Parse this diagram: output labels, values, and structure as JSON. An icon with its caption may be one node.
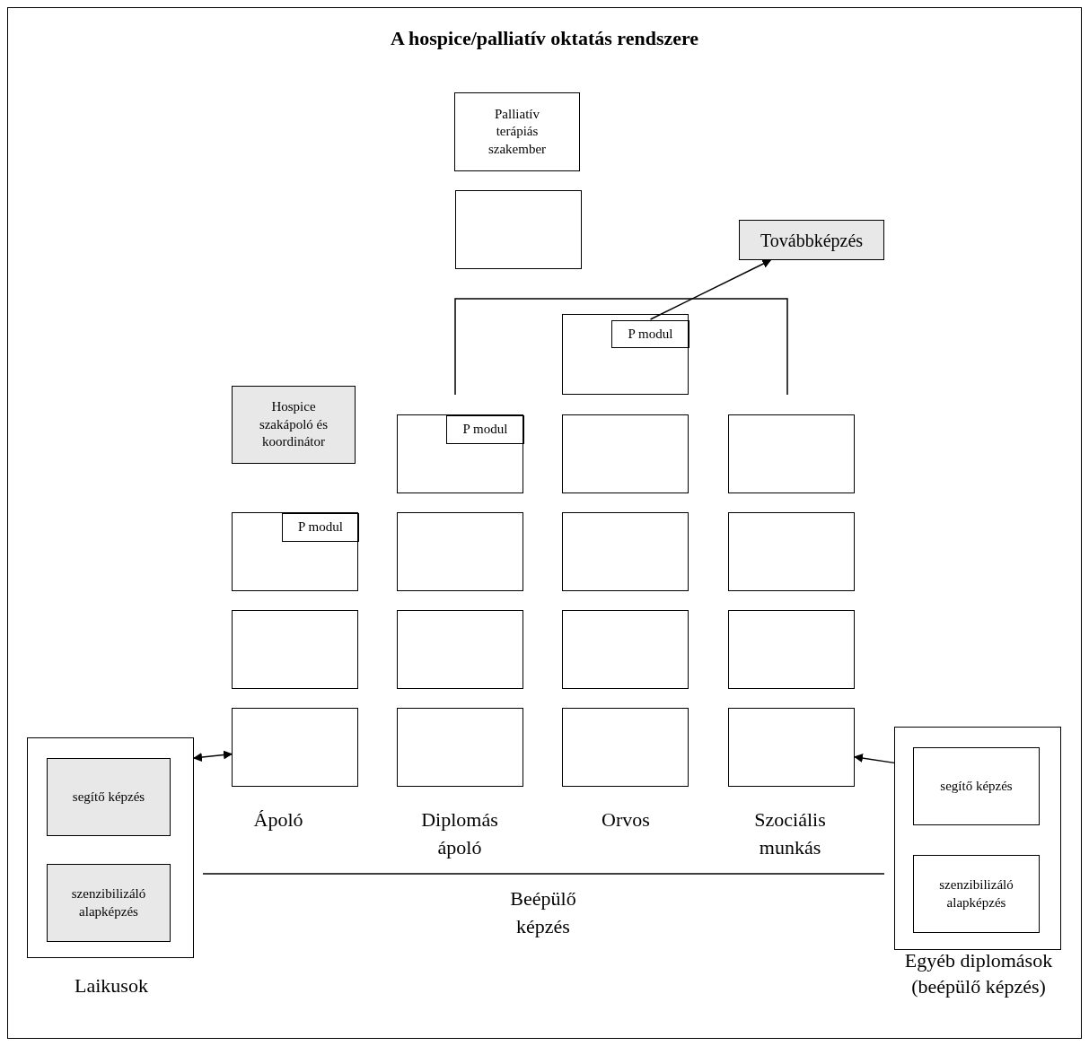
{
  "diagram": {
    "title": "A hospice/palliatív oktatás rendszere",
    "nodes": [
      {
        "text": [
          "Palliatív terápiás szakember"
        ]
      },
      {
        "text": [],
        "shape": "box"
      },
      {
        "text": [
          "Továbbképzés"
        ]
      },
      {
        "text": [],
        "shape": "box"
      },
      {
        "text": [
          "P modul"
        ],
        "in": 3
      },
      {
        "text": [
          "Hospice szakápoló és koordinátor"
        ]
      },
      {
        "text": [],
        "shape": "box"
      },
      {
        "text": [
          "P modul"
        ],
        "in": 6
      },
      {
        "text": [],
        "shape": "box"
      },
      {
        "text": [],
        "shape": "box"
      },
      {
        "text": [],
        "shape": "box"
      },
      {
        "text": [
          "P modul"
        ],
        "in": 10
      },
      {
        "text": [],
        "shape": "box"
      },
      {
        "text": [],
        "shape": "box"
      },
      {
        "text": [],
        "shape": "box"
      },
      {
        "text": [],
        "shape": "box"
      },
      {
        "text": [],
        "shape": "box"
      },
      {
        "text": [],
        "shape": "box"
      },
      {
        "text": [],
        "shape": "box"
      },
      {
        "text": [],
        "shape": "box"
      },
      {
        "text": [],
        "shape": "box"
      },
      {
        "text": [],
        "shape": "box"
      },
      {
        "text": [],
        "shape": "box"
      },
      {
        "text": [
          "Laikusok"
        ]
      },
      {
        "text": [
          "segítő képzés"
        ],
        "in": 23
      },
      {
        "text": [
          "szenzibilizáló alapképzés"
        ],
        "in": 23
      },
      {
        "text": [
          "Egyéb diplomások (beépülő képzés)"
        ]
      },
      {
        "text": [
          "segítő képzés"
        ],
        "in": 26
      },
      {
        "text": [
          "szenzibilizáló alapképzés"
        ],
        "in": 26
      }
    ],
    "edges": [
      {
        "from": 4,
        "to": 2,
        "arrow": "to"
      },
      {
        "from": 23,
        "to": 19,
        "arrow": "both"
      },
      {
        "from": 26,
        "to": 22,
        "arrow": "to"
      }
    ],
    "labels": [
      "Ápoló",
      "Diplomás ápoló",
      "Orvos",
      "Szociális munkás",
      "Beépülő képzés"
    ]
  }
}
